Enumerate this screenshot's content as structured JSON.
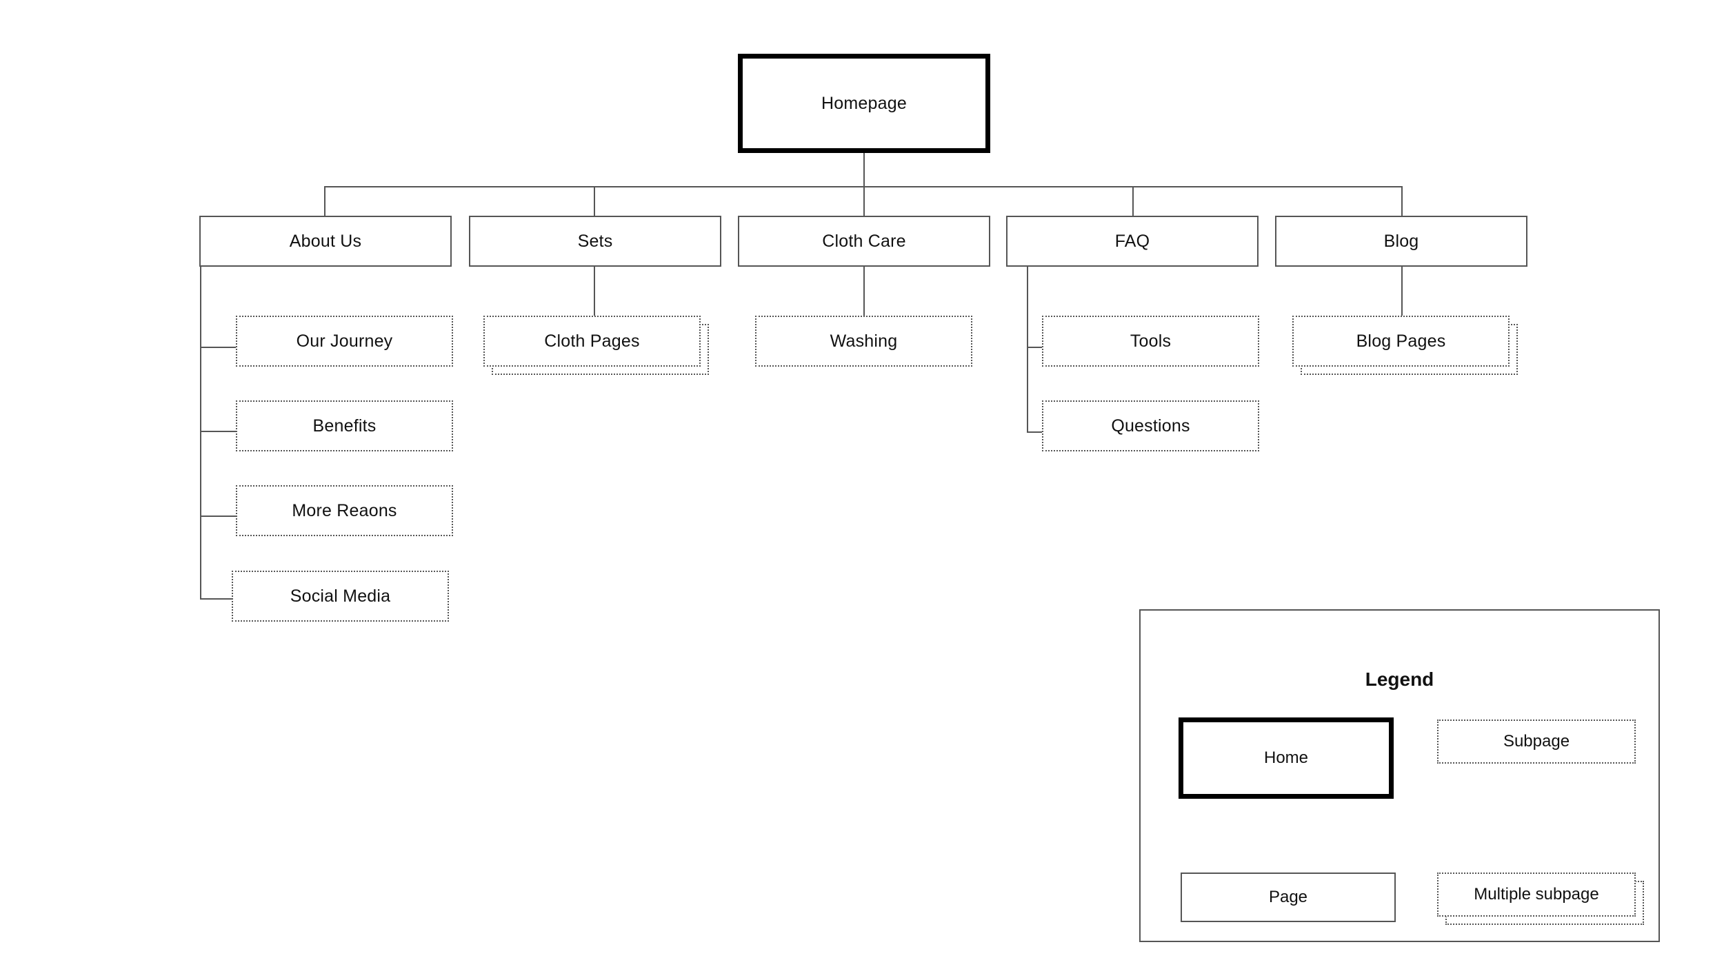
{
  "diagram": {
    "type": "sitemap",
    "root": {
      "label": "Homepage",
      "style": "home"
    },
    "sections": [
      {
        "label": "About Us",
        "style": "page",
        "children": [
          {
            "label": "Our Journey",
            "style": "subpage"
          },
          {
            "label": "Benefits",
            "style": "subpage"
          },
          {
            "label": "More Reaons",
            "style": "subpage"
          },
          {
            "label": "Social Media",
            "style": "subpage"
          }
        ]
      },
      {
        "label": "Sets",
        "style": "page",
        "children": [
          {
            "label": "Cloth Pages",
            "style": "multiple-subpage"
          }
        ]
      },
      {
        "label": "Cloth Care",
        "style": "page",
        "children": [
          {
            "label": "Washing",
            "style": "subpage"
          }
        ]
      },
      {
        "label": "FAQ",
        "style": "page",
        "children": [
          {
            "label": "Tools",
            "style": "subpage"
          },
          {
            "label": "Questions",
            "style": "subpage"
          }
        ]
      },
      {
        "label": "Blog",
        "style": "page",
        "children": [
          {
            "label": "Blog Pages",
            "style": "multiple-subpage"
          }
        ]
      }
    ]
  },
  "legend": {
    "title": "Legend",
    "items": [
      {
        "label": "Home",
        "style": "home"
      },
      {
        "label": "Subpage",
        "style": "subpage"
      },
      {
        "label": "Page",
        "style": "page"
      },
      {
        "label": "Multiple subpage",
        "style": "multiple-subpage"
      }
    ]
  },
  "colors": {
    "background": "#ffffff",
    "stroke": "#555555",
    "home_stroke": "#000000",
    "text": "#111111"
  }
}
